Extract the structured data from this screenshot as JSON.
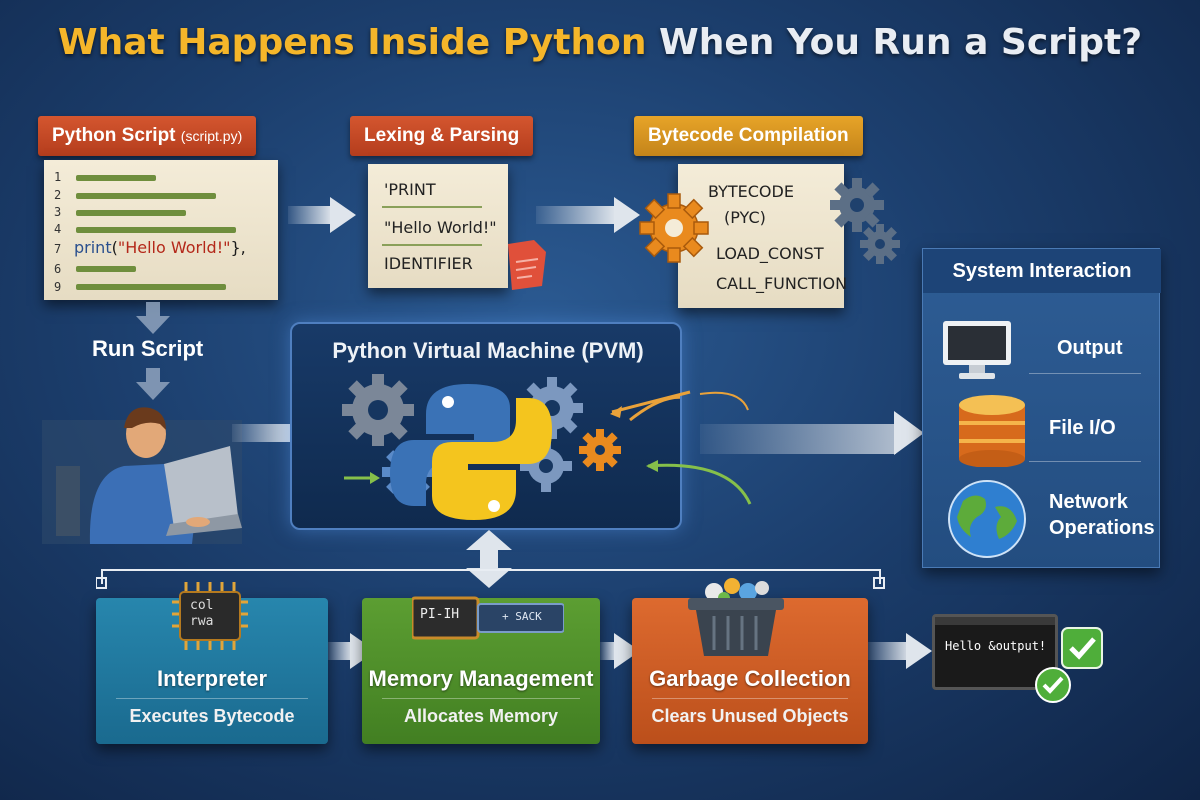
{
  "title": {
    "part1": "What Happens Inside Python",
    "part2": " When You Run a Script?"
  },
  "script_card": {
    "label": "Python Script",
    "label_small": "(script.py)",
    "line_numbers": [
      "1",
      "2",
      "3",
      "4",
      "7",
      "6",
      "9"
    ],
    "code_keyword": "print",
    "code_open": "(",
    "code_string": "\"Hello World!\"",
    "code_close": "},"
  },
  "lexing": {
    "label": "Lexing & Parsing",
    "tokens": [
      "'PRINT",
      "\"Hello World!\"",
      "IDENTIFIER"
    ]
  },
  "bytecode": {
    "label": "Bytecode Compilation",
    "lines": [
      "BYTECODE",
      "(PYC)",
      "LOAD_CONST",
      "CALL_FUNCTION"
    ]
  },
  "run_script": "Run Script",
  "pvm": {
    "title": "Python Virtual Machine (PVM)"
  },
  "system": {
    "title": "System Interaction",
    "items": [
      "Output",
      "File I/O",
      "Network",
      "Operations"
    ]
  },
  "bottom": [
    {
      "title": "Interpreter",
      "subtitle": "Executes Bytecode",
      "chip_text": "col",
      "chip_text2": "rwa"
    },
    {
      "title": "Memory Management",
      "subtitle": "Allocates Memory",
      "chip_text": "PI-IH",
      "chip_text2": "+ SACK"
    },
    {
      "title": "Garbage Collection",
      "subtitle": "Clears Unused Objects"
    }
  ],
  "terminal": {
    "text": "Hello &output!"
  },
  "colors": {
    "accent_gold": "#f5b62a",
    "red_ribbon": "#c8482a",
    "teal_box": "#1f78a0",
    "green_box": "#4f8f2b",
    "orange_box": "#cc5b24"
  }
}
